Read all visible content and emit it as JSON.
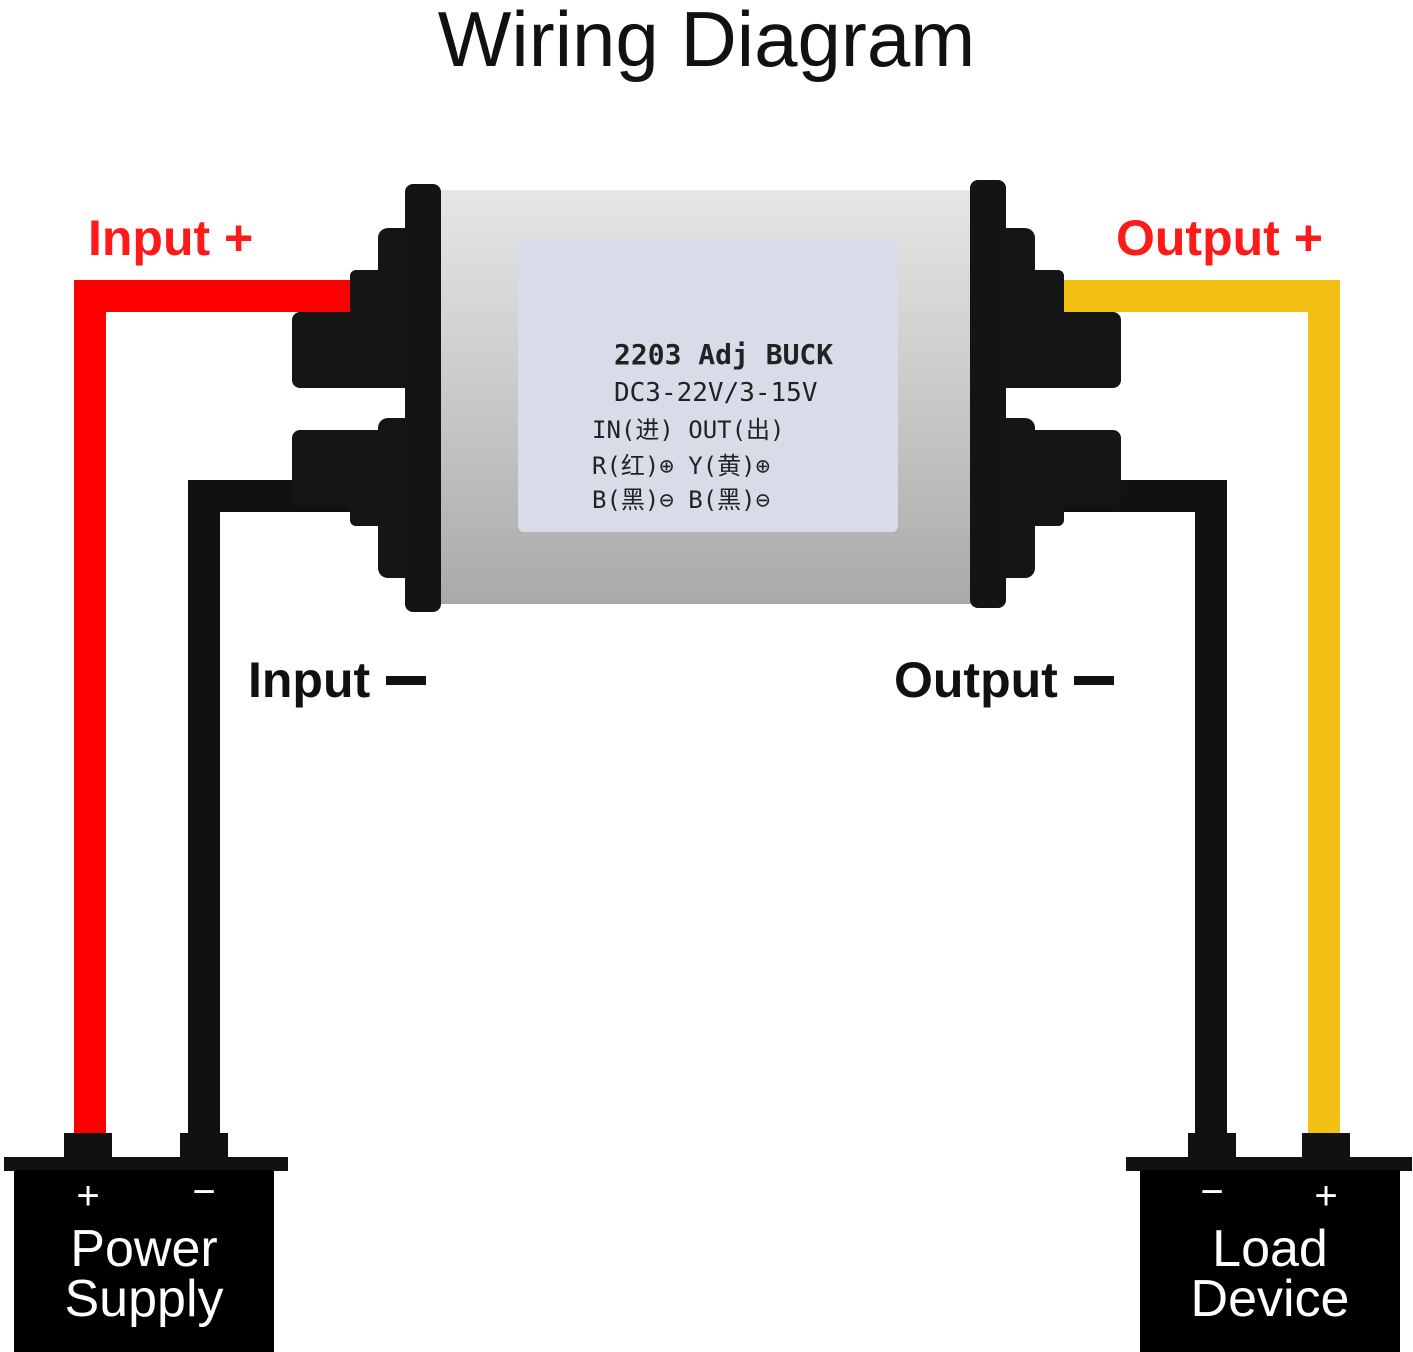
{
  "title": "Wiring Diagram",
  "labels": {
    "input_plus": "Input +",
    "output_plus": "Output +",
    "input_minus": "Input",
    "output_minus": "Output"
  },
  "power_supply": {
    "plus": "+",
    "minus": "−",
    "line1": "Power",
    "line2": "Supply"
  },
  "load_device": {
    "plus": "+",
    "minus": "−",
    "line1": "Load",
    "line2": "Device"
  },
  "module_label": {
    "line1": "2203 Adj BUCK",
    "line2": "DC3-22V/3-15V",
    "line3": "IN(进)   OUT(出)",
    "line4": "R(红)⊕   Y(黄)⊕",
    "line5": "B(黑)⊖   B(黑)⊖"
  },
  "colors": {
    "red_wire": "#ff0000",
    "yellow_wire": "#f2c012",
    "black_wire": "#111111",
    "label_red": "#ff1a1a",
    "case": "#c8c8c8",
    "sticker": "#d8dbe8"
  }
}
